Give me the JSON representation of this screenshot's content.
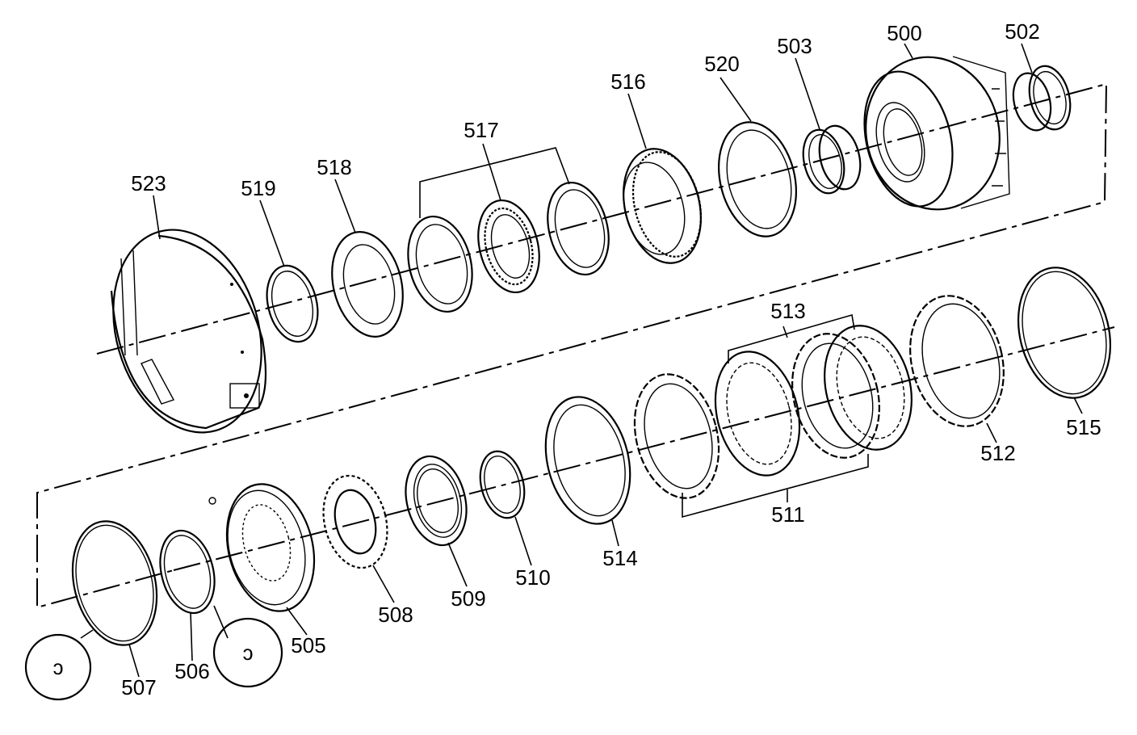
{
  "diagram": {
    "callouts": [
      {
        "id": "p500",
        "label": "500"
      },
      {
        "id": "p502",
        "label": "502"
      },
      {
        "id": "p503",
        "label": "503"
      },
      {
        "id": "p520",
        "label": "520"
      },
      {
        "id": "p516",
        "label": "516"
      },
      {
        "id": "p517",
        "label": "517"
      },
      {
        "id": "p518",
        "label": "518"
      },
      {
        "id": "p519",
        "label": "519"
      },
      {
        "id": "p523",
        "label": "523"
      },
      {
        "id": "p513",
        "label": "513"
      },
      {
        "id": "p512",
        "label": "512"
      },
      {
        "id": "p515",
        "label": "515"
      },
      {
        "id": "p511",
        "label": "511"
      },
      {
        "id": "p514",
        "label": "514"
      },
      {
        "id": "p510",
        "label": "510"
      },
      {
        "id": "p509",
        "label": "509"
      },
      {
        "id": "p508",
        "label": "508"
      },
      {
        "id": "p505",
        "label": "505"
      },
      {
        "id": "p506",
        "label": "506"
      },
      {
        "id": "p507",
        "label": "507"
      }
    ],
    "symbols": [
      {
        "id": "sym-left",
        "glyph": "ɔ"
      },
      {
        "id": "sym-right",
        "glyph": "ɔ"
      }
    ]
  }
}
